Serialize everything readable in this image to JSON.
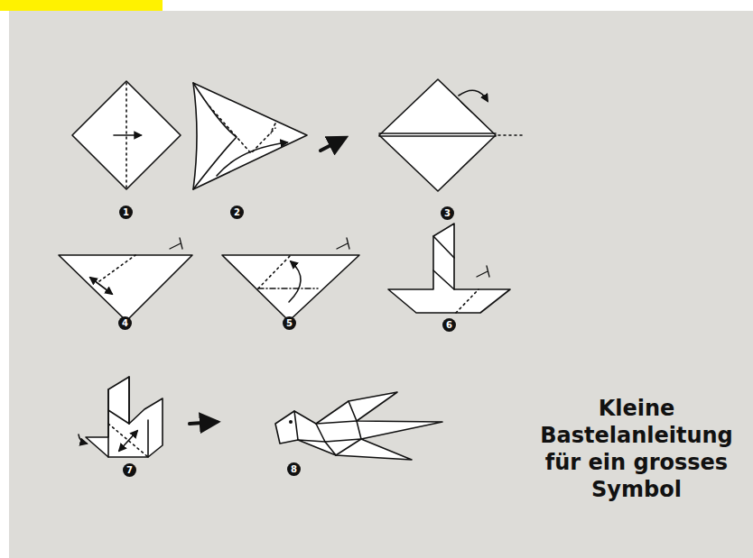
{
  "diagram": {
    "caption": "Kleine Bastelanleitung für ein grosses Symbol",
    "labels": [
      "1",
      "2",
      "3",
      "4",
      "5",
      "6",
      "7",
      "8"
    ]
  }
}
